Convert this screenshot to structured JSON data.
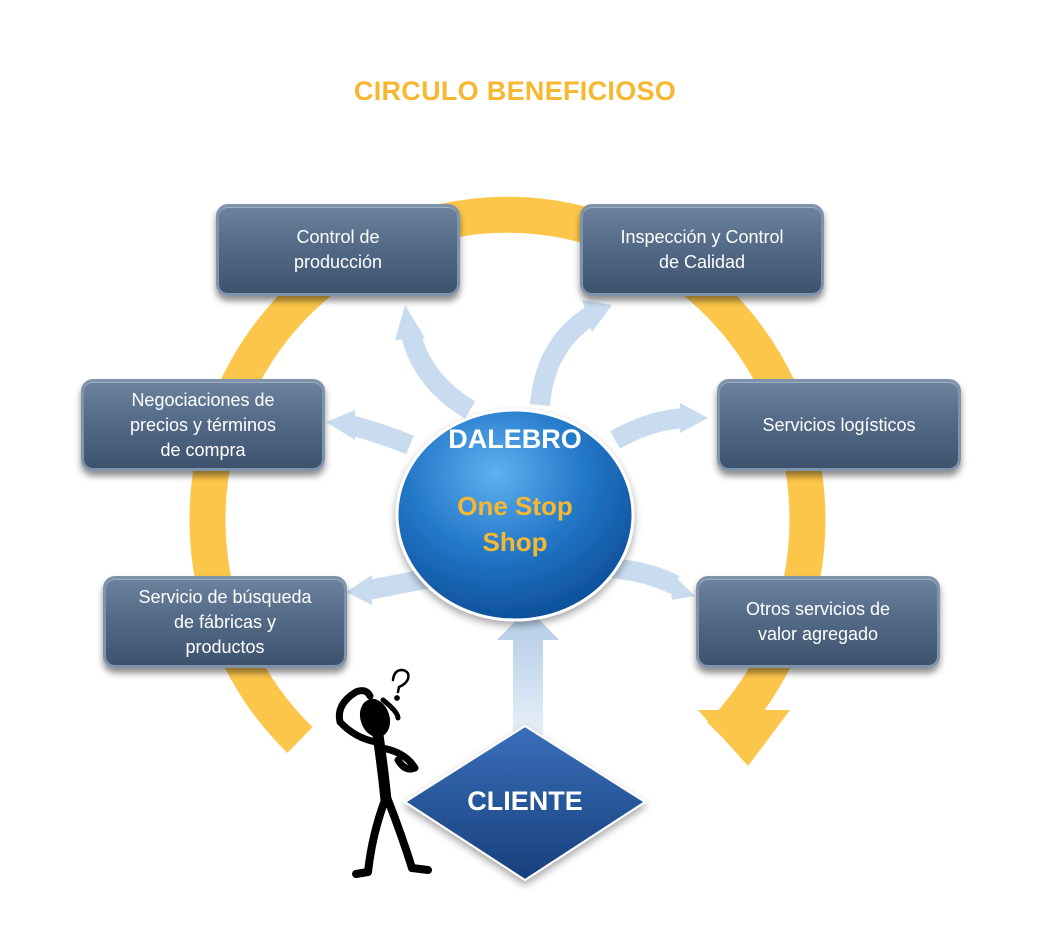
{
  "title": "CIRCULO BENEFICIOSO",
  "center": {
    "brand": "DALEBRO",
    "tagline": "One Stop\nShop"
  },
  "client_label": "CLIENTE",
  "services": [
    {
      "id": "control-produccion",
      "label": "Control de\nproducción"
    },
    {
      "id": "inspeccion-calidad",
      "label": "Inspección y Control\nde Calidad"
    },
    {
      "id": "negociaciones",
      "label": "Negociaciones de\nprecios y términos\nde compra"
    },
    {
      "id": "servicios-logisticos",
      "label": "Servicios logísticos"
    },
    {
      "id": "busqueda-fabricas",
      "label": "Servicio de búsqueda\nde fábricas y\nproductos"
    },
    {
      "id": "otros-servicios",
      "label": "Otros servicios de\nvalor agregado"
    }
  ],
  "colors": {
    "title": "#f8b730",
    "cycle_arrow": "#fcc64a",
    "box_fill": "#546b88",
    "center_circle": "#1d6fc4",
    "client_diamond": "#1f4f93",
    "spoke_arrow": "#c9dcef"
  },
  "icons": [
    "thinking-person-icon",
    "question-mark-icon"
  ]
}
